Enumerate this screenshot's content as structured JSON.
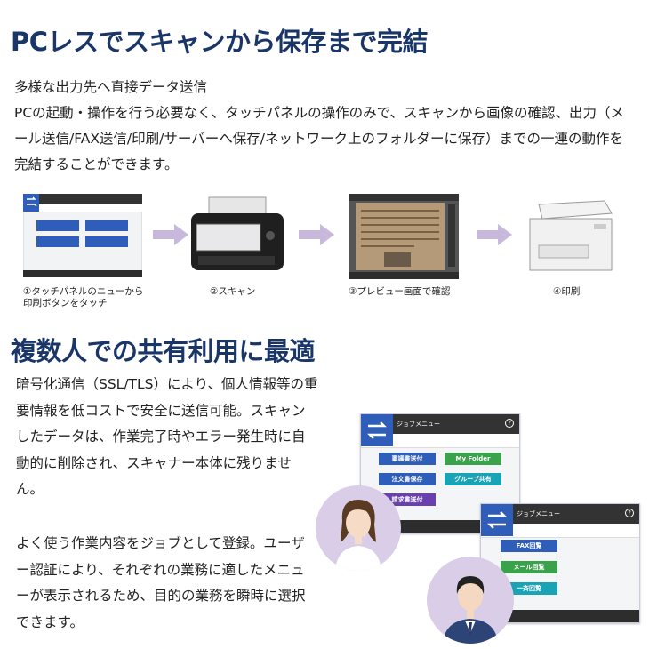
{
  "section1": {
    "title": "PCレスでスキャンから保存まで完結",
    "subtitle": "多様な出力先へ直接データ送信",
    "body": "PCの起動・操作を行う必要なく、タッチパネルの操作のみで、スキャンから画像の確認、出力（メール送信/FAX送信/印刷/サーバーへ保存/ネットワーク上のフォルダーに保存）までの一連の動作を完結することができます。"
  },
  "steps": [
    {
      "caption_line1": "①タッチパネルのニューから",
      "caption_line2": "印刷ボタンをタッチ"
    },
    {
      "caption_line1": "②スキャン",
      "caption_line2": ""
    },
    {
      "caption_line1": "③プレビュー画面で確認",
      "caption_line2": ""
    },
    {
      "caption_line1": "④印刷",
      "caption_line2": ""
    }
  ],
  "section2": {
    "title": "複数人での共有利用に最適",
    "body1": "暗号化通信（SSL/TLS）により、個人情報等の重要情報を低コストで安全に送信可能。スキャンしたデータは、作業完了時やエラー発生時に自動的に削除され、スキャナー本体に残りません。",
    "body2": "よく使う作業内容をジョブとして登録。ユーザー認証により、それぞれの業務に適したメニューが表示されるため、目的の業務を瞬時に選択できます。"
  },
  "screen1": {
    "title": "ジョブメニュー",
    "buttons": [
      {
        "label": "稟議書送付",
        "color": "#2e5eb9"
      },
      {
        "label": "My Folder",
        "color": "#3aa24a"
      },
      {
        "label": "注文書保存",
        "color": "#2e5eb9"
      },
      {
        "label": "グループ共有",
        "color": "#1aa3b5"
      },
      {
        "label": "請求書送付",
        "color": "#6a3fb0"
      }
    ]
  },
  "screen2": {
    "title": "ジョブメニュー",
    "buttons": [
      {
        "label": "FAX回覧",
        "color": "#2e5eb9"
      },
      {
        "label": "メール回覧",
        "color": "#3aa24a"
      },
      {
        "label": "一斉回覧",
        "color": "#1aa3b5"
      }
    ]
  },
  "colors": {
    "title": "#1a3668",
    "arrow": "#c7b8dc",
    "avatar": "#d9cde7"
  }
}
